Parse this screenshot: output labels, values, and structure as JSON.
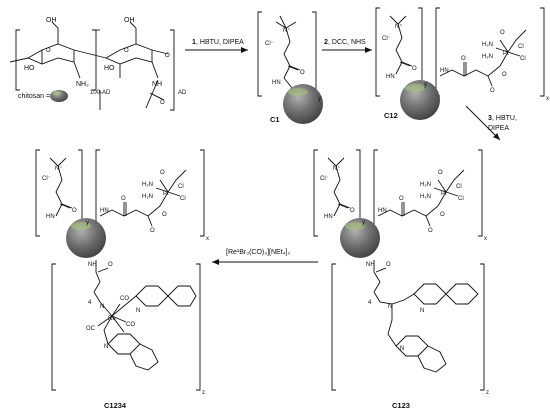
{
  "compounds": {
    "c1": "C1",
    "c12": "C12",
    "c123": "C123",
    "c1234": "C1234"
  },
  "legend": {
    "chitosan_label": "chitosan ="
  },
  "chitosan_units": {
    "deacetylated_label": "100-AD",
    "acetylated_label": "AD"
  },
  "steps": {
    "step1_number": "1",
    "step1_text": ", HBTU, DIPEA",
    "step2_number": "2",
    "step2_text": ", DCC, NHS",
    "step3_number": "3",
    "step3_text": ", HBTU,",
    "step3_text2": "DIPEA",
    "step4_text": "[Re¹Br₃(CO)₃][NEt₄]₂"
  },
  "atoms": {
    "oh": "OH",
    "ho": "HO",
    "nh2": "NH₂",
    "nh": "NH",
    "hn": "HN",
    "o": "O",
    "n": "N",
    "cl": "Cl",
    "cl_minus": "Cl⁻",
    "n_plus": "N⁺",
    "h2n": "H₂N",
    "pt": "Pt",
    "re": "Re",
    "co": "CO",
    "oc": "OC",
    "four": "4"
  },
  "subscripts": {
    "y": "y",
    "x": "x",
    "z": "z"
  },
  "colors": {
    "sphere_dark": "#3c3c3c",
    "sphere_light": "#b0b0b0",
    "highlight": "#a8c878"
  }
}
